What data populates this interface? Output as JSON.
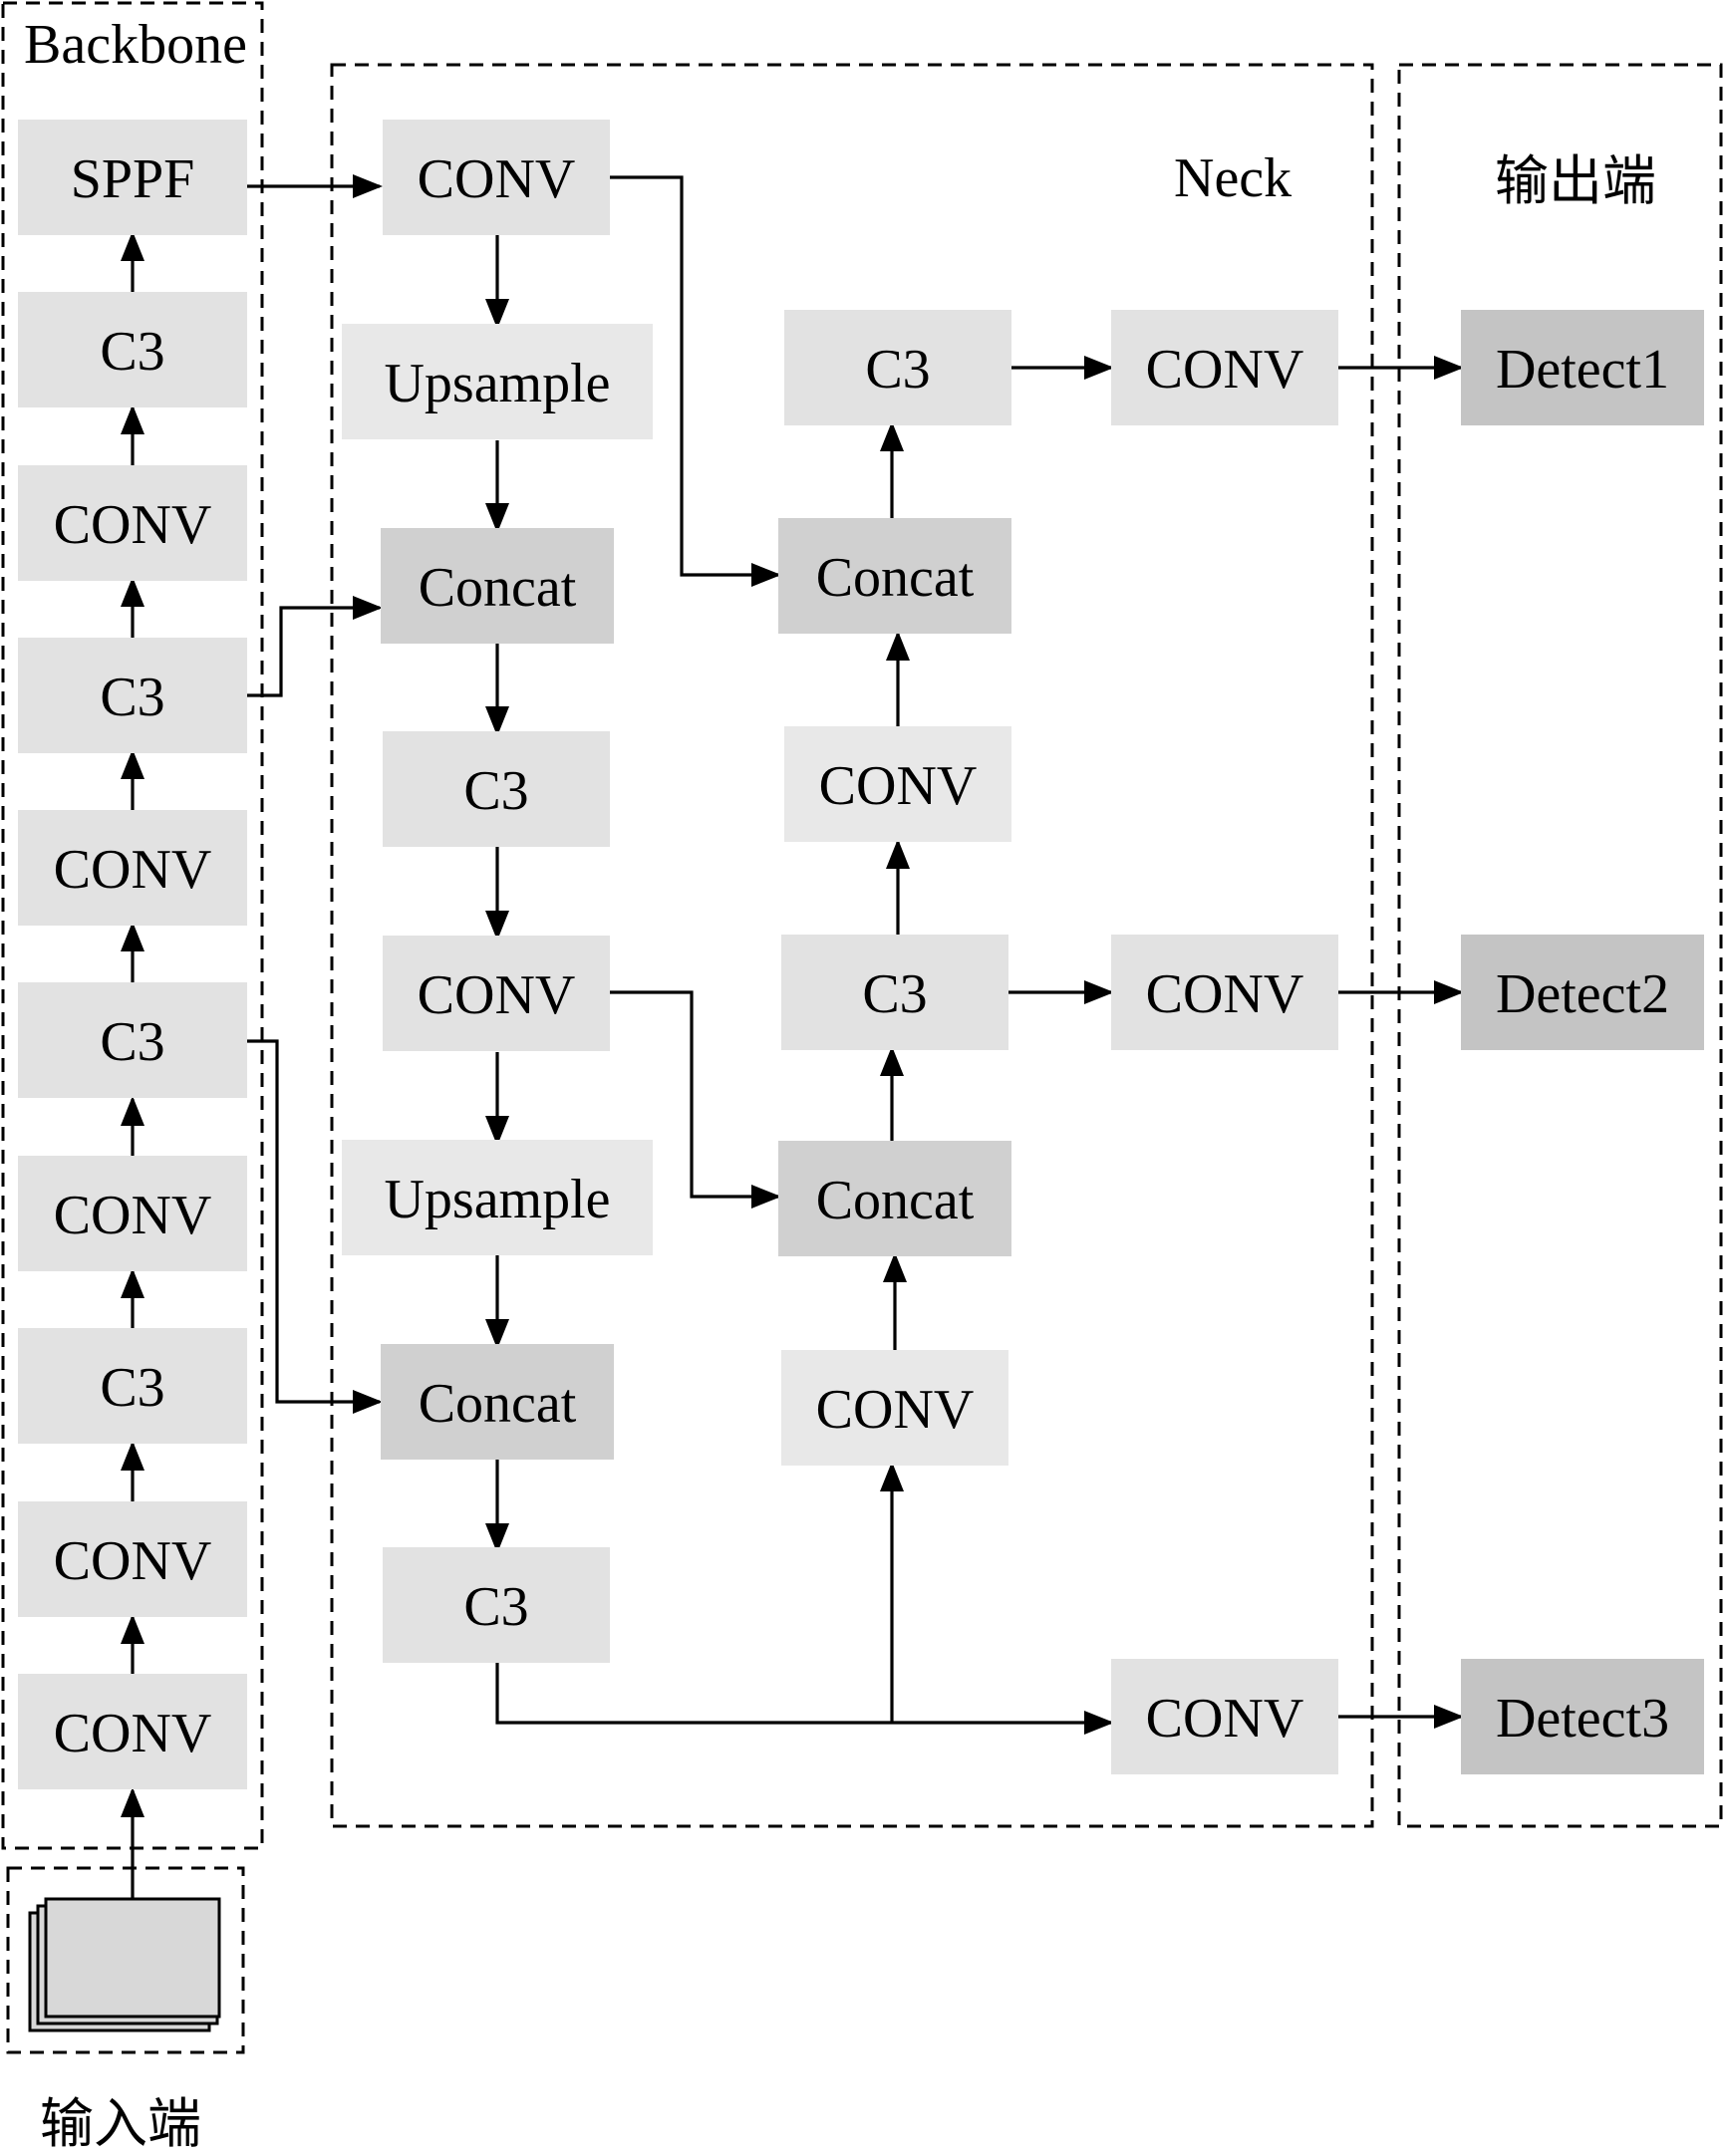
{
  "groups": {
    "backbone": "Backbone",
    "neck": "Neck",
    "output": "输出端",
    "input": "输入端"
  },
  "nodes": {
    "b_sppf": "SPPF",
    "b_c3_4": "C3",
    "b_conv_5": "CONV",
    "b_c3_3": "C3",
    "b_conv_4": "CONV",
    "b_c3_2": "C3",
    "b_conv_3": "CONV",
    "b_c3_1": "C3",
    "b_conv_2": "CONV",
    "b_conv_1": "CONV",
    "n_conv_1": "CONV",
    "n_upsample_1": "Upsample",
    "n_concat_1": "Concat",
    "n_c3_1": "C3",
    "n_conv_2": "CONV",
    "n_upsample_2": "Upsample",
    "n_concat_2": "Concat",
    "n_c3_2": "C3",
    "m_c3_top": "C3",
    "m_concat_top": "Concat",
    "m_conv_a": "CONV",
    "m_c3_mid": "C3",
    "m_concat_mid": "Concat",
    "m_conv_b": "CONV",
    "r_conv_1": "CONV",
    "r_conv_2": "CONV",
    "r_conv_3": "CONV",
    "d_detect1": "Detect1",
    "d_detect2": "Detect2",
    "d_detect3": "Detect3"
  },
  "colors": {
    "node_light": "#e2e2e2",
    "node_lighter": "#e8e8e8",
    "node_concat": "#d0d0d0",
    "node_detect": "#c4c4c4",
    "input_stack": "#d8d8d8"
  }
}
